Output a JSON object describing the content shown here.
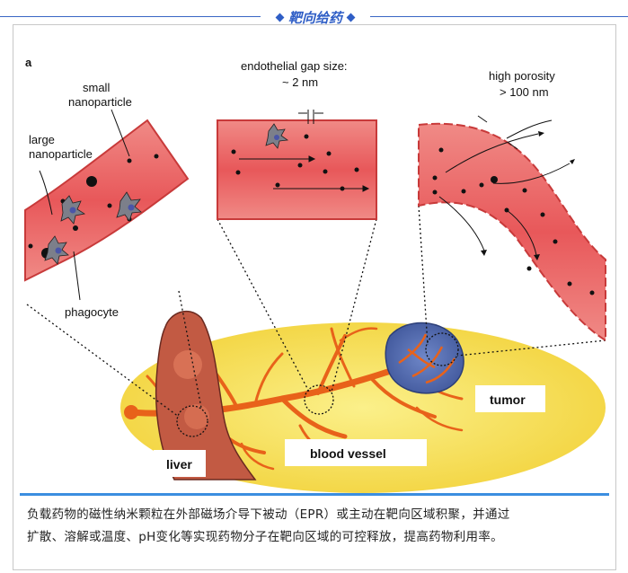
{
  "header": {
    "title": "靶向给药"
  },
  "figure": {
    "panel_letter": "a",
    "labels": {
      "small_np_1": "small",
      "small_np_2": "nanoparticle",
      "large_np_1": "large",
      "large_np_2": "nanoparticle",
      "phagocyte": "phagocyte",
      "gap_1": "endothelial gap size:",
      "gap_2": "~ 2 nm",
      "porosity_1": "high porosity",
      "porosity_2": "> 100 nm",
      "liver": "liver",
      "blood_vessel": "blood vessel",
      "tumor": "tumor"
    },
    "colors": {
      "vessel": "#e8585a",
      "vessel_light": "#f48e8a",
      "organ_bg": "#f7e04b",
      "vessel_network": "#e8621a",
      "liver": "#c25a43",
      "tumor": "#4a63a8"
    }
  },
  "caption": {
    "line1": "负载药物的磁性纳米颗粒在外部磁场介导下被动（EPR）或主动在靶向区域积聚，并通过",
    "line2": "扩散、溶解或温度、pH变化等实现药物分子在靶向区域的可控释放，提高药物利用率。"
  }
}
